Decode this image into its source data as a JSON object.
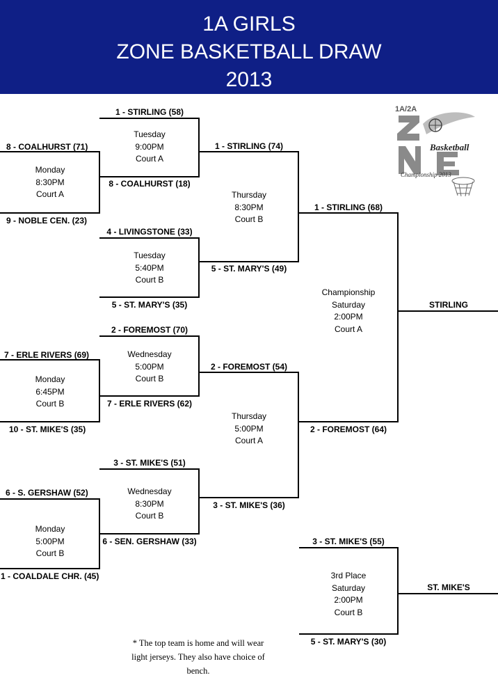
{
  "header": {
    "line1": "1A GIRLS",
    "line2": "ZONE BASKETBALL DRAW",
    "line3": "2013"
  },
  "logo": {
    "top_text": "1A/2A",
    "script_text": "Basketball",
    "bottom_text": "Championship 2013"
  },
  "rounds": {
    "round1": [
      {
        "top": "8 - COALHURST (71)",
        "bottom": "9 - NOBLE CEN. (23)",
        "info": [
          "Monday",
          "8:30PM",
          "Court A"
        ]
      },
      {
        "top": "7 - ERLE RIVERS (69)",
        "bottom": "10 - ST. MIKE'S (35)",
        "info": [
          "Monday",
          "6:45PM",
          "Court B"
        ]
      },
      {
        "top": "6 - S. GERSHAW (52)",
        "bottom": "1 - COALDALE CHR. (45)",
        "info": [
          "Monday",
          "5:00PM",
          "Court B"
        ]
      }
    ],
    "quarterfinals": [
      {
        "top": "1 - STIRLING (58)",
        "bottom": "8 - COALHURST (18)",
        "info": [
          "Tuesday",
          "9:00PM",
          "Court A"
        ]
      },
      {
        "top": "4 - LIVINGSTONE (33)",
        "bottom": "5 - ST. MARY'S (35)",
        "info": [
          "Tuesday",
          "5:40PM",
          "Court B"
        ]
      },
      {
        "top": "2 - FOREMOST (70)",
        "bottom": "7 - ERLE RIVERS (62)",
        "info": [
          "Wednesday",
          "5:00PM",
          "Court B"
        ]
      },
      {
        "top": "3 - ST. MIKE'S (51)",
        "bottom": "6 - SEN. GERSHAW (33)",
        "info": [
          "Wednesday",
          "8:30PM",
          "Court B"
        ]
      }
    ],
    "semifinals": [
      {
        "top": "1 - STIRLING (74)",
        "bottom": "5 - ST. MARY'S (49)",
        "info": [
          "Thursday",
          "8:30PM",
          "Court B"
        ]
      },
      {
        "top": "2 - FOREMOST (54)",
        "bottom": "3 - ST. MIKE'S (36)",
        "info": [
          "Thursday",
          "5:00PM",
          "Court A"
        ]
      }
    ],
    "championship": {
      "top": "1 - STIRLING (68)",
      "bottom": "2 - FOREMOST (64)",
      "info": [
        "Championship",
        "Saturday",
        "2:00PM",
        "Court A"
      ],
      "winner": "STIRLING"
    },
    "third_place": {
      "top": "3 - ST. MIKE'S (55)",
      "bottom": "5 - ST. MARY'S (30)",
      "info": [
        "3rd Place",
        "Saturday",
        "2:00PM",
        "Court B"
      ],
      "winner": "ST. MIKE'S"
    }
  },
  "note": {
    "text": "* The top team is home and will wear light jerseys.  They also have choice of bench."
  }
}
